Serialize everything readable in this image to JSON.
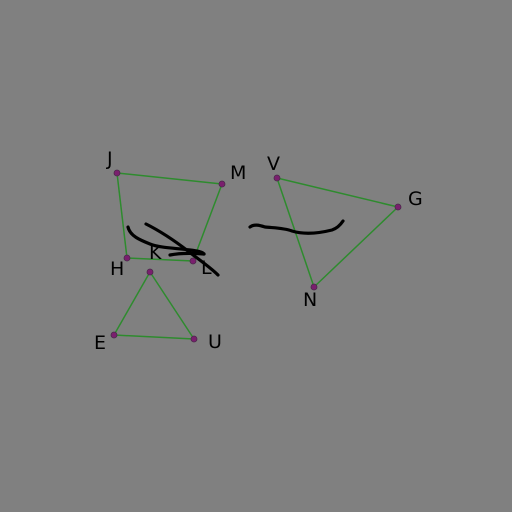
{
  "canvas": {
    "background": "#808080"
  },
  "colors": {
    "edge": "#2e8b2e",
    "vertex": "#7a1f6e",
    "label": "#000000",
    "scribble": "#000000"
  },
  "points": {
    "J": {
      "label": "J"
    },
    "M": {
      "label": "M"
    },
    "L": {
      "label": "L"
    },
    "H": {
      "label": "H"
    },
    "K": {
      "label": "K"
    },
    "E": {
      "label": "E"
    },
    "U": {
      "label": "U"
    },
    "V": {
      "label": "V"
    },
    "G": {
      "label": "G"
    },
    "N": {
      "label": "N"
    }
  },
  "shapes": [
    {
      "name": "quadrilateral-jmlh",
      "vertices": [
        "J",
        "M",
        "L",
        "H"
      ]
    },
    {
      "name": "triangle-keu",
      "vertices": [
        "K",
        "E",
        "U"
      ]
    },
    {
      "name": "triangle-vgn",
      "vertices": [
        "V",
        "G",
        "N"
      ]
    }
  ]
}
